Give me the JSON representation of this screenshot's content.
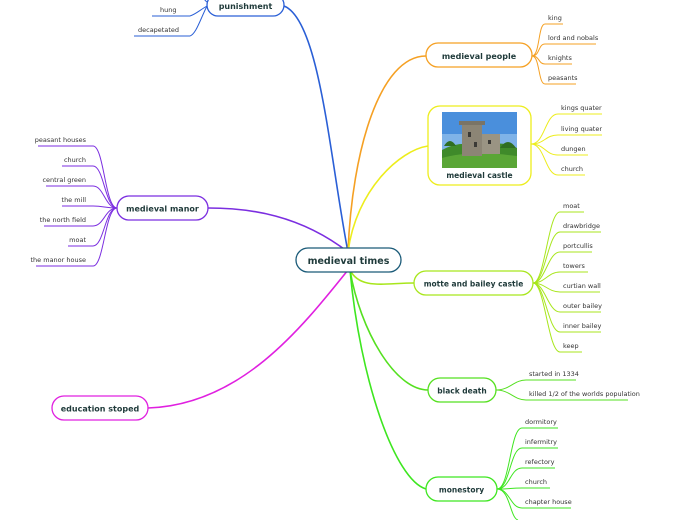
{
  "central": {
    "label": "medieval times",
    "color": "#1a5a78"
  },
  "colors": {
    "punishment": "#2a5fd6",
    "people": "#f5a023",
    "castle": "#eded1c",
    "motte": "#a8e61c",
    "death": "#55e020",
    "monestory": "#3ee620",
    "manor": "#7b2ee0",
    "education": "#e020e0"
  },
  "branches": {
    "punishment": {
      "label": "punishment",
      "leaves": [
        "hung",
        "decapetated"
      ]
    },
    "people": {
      "label": "medieval people",
      "leaves": [
        "king",
        "lord and nobals",
        "knights",
        "peasants"
      ]
    },
    "castle": {
      "label": "medieval castle",
      "leaves": [
        "kings quater",
        "living quater",
        "dungen",
        "church"
      ]
    },
    "motte": {
      "label": "motte and bailey castle",
      "leaves": [
        "moat",
        "drawbridge",
        "portcullis",
        "towers",
        "curtian wall",
        "outer bailey",
        "inner bailey",
        "keep"
      ]
    },
    "death": {
      "label": "black death",
      "leaves": [
        "started in 1334",
        "killed 1/2 of the worlds population"
      ]
    },
    "monestory": {
      "label": "monestory",
      "leaves": [
        "dormitory",
        "infermitry",
        "refectory",
        "church",
        "chapter house"
      ]
    },
    "manor": {
      "label": "medieval manor",
      "leaves": [
        "peasant houses",
        "church",
        "central green",
        "the mill",
        "the north field",
        "moat",
        "the manor house"
      ]
    },
    "education": {
      "label": "education stoped",
      "leaves": []
    }
  }
}
